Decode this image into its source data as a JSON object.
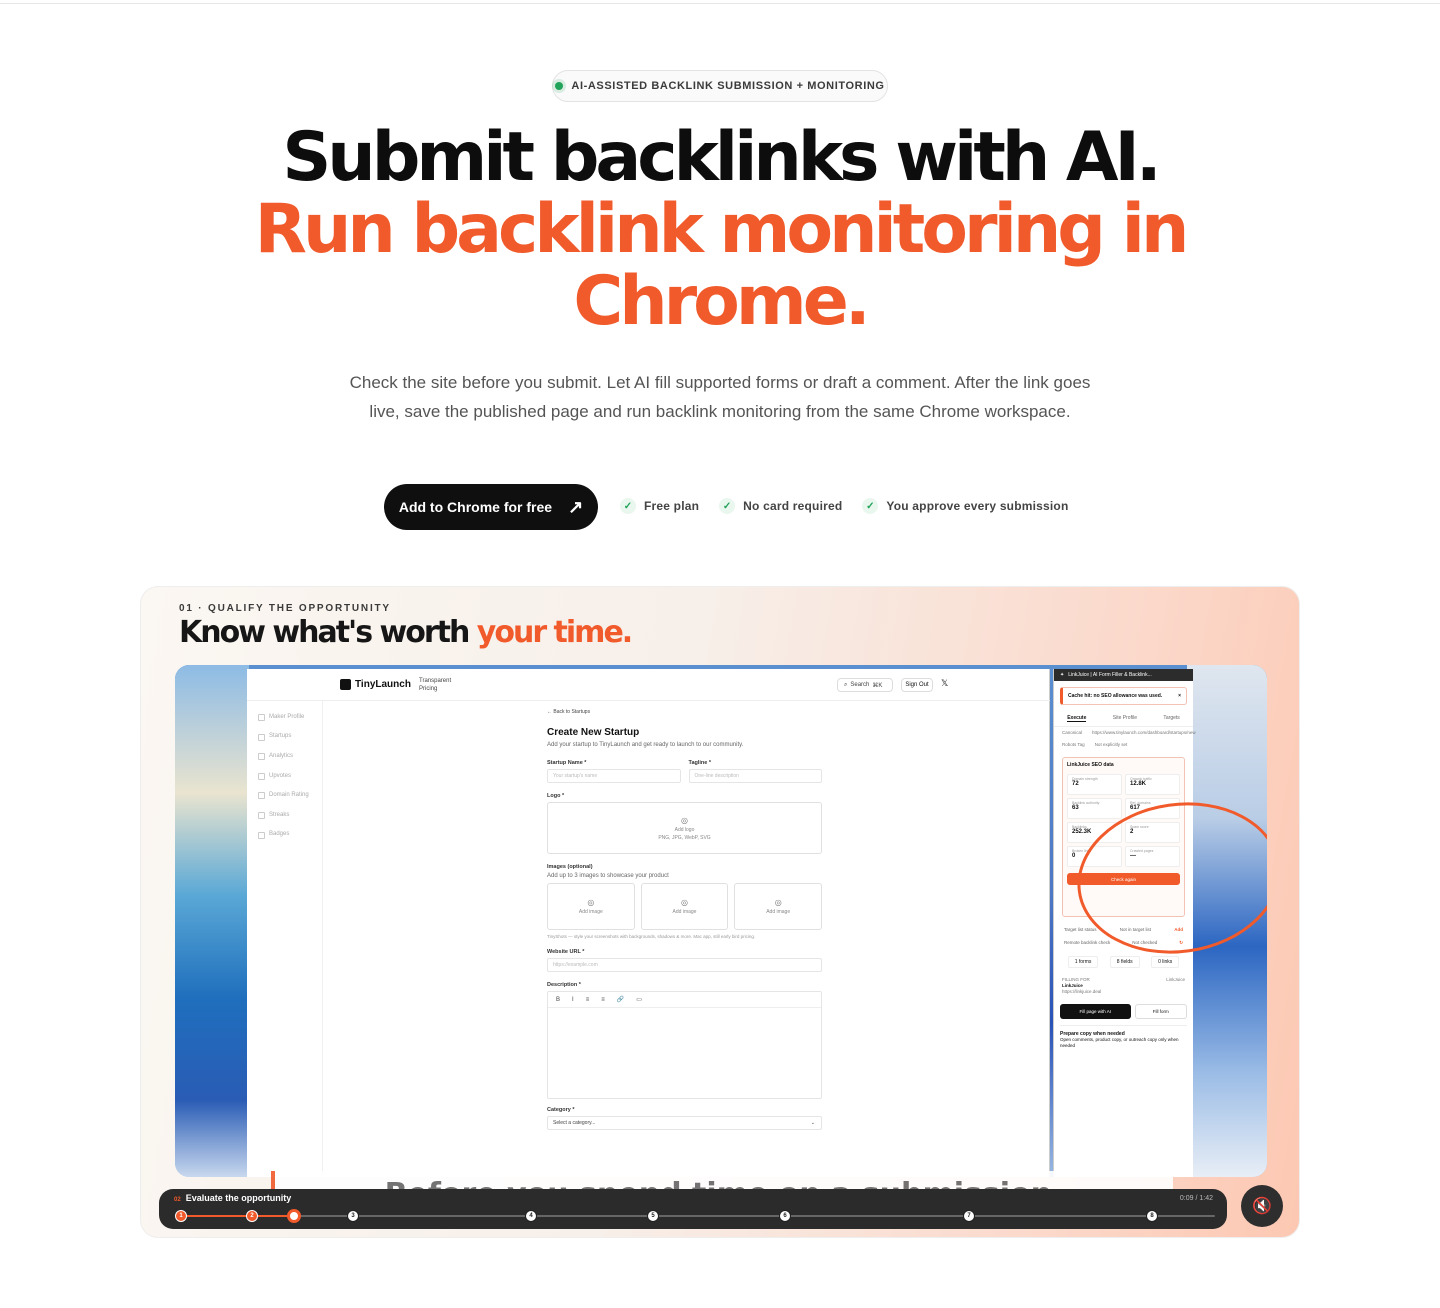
{
  "hero": {
    "badge": "AI-ASSISTED BACKLINK SUBMISSION + MONITORING",
    "headline_dark": "Submit backlinks with AI.",
    "headline_orange_1": "Run backlink monitoring in",
    "headline_orange_2": "Chrome.",
    "lead": "Check the site before you submit. Let AI fill supported forms or draft a comment. After the link goes live, save the published page and run backlink monitoring from the same Chrome workspace.",
    "cta_label": "Add to Chrome for free",
    "cta_icon": "arrow-up-right-icon",
    "checks": [
      "Free plan",
      "No card required",
      "You approve every submission"
    ]
  },
  "demo": {
    "step_label": "01 · QUALIFY THE OPPORTUNITY",
    "title_main": "Know what's worth",
    "title_highlight": "your time.",
    "caption": "Before you spend time on a submission.",
    "app": {
      "logo": "TinyLaunch",
      "nav_1": "Transparent",
      "nav_2": "Pricing",
      "search": "Search",
      "search_hint": "⌘K",
      "sign_out": "Sign Out",
      "x": "𝕏",
      "sidebar": [
        "Maker Profile",
        "Startups",
        "Analytics",
        "Upvotes",
        "Domain Rating",
        "Streaks",
        "Badges"
      ],
      "back": "← Back to Startups",
      "form_title": "Create New Startup",
      "form_sub": "Add your startup to TinyLaunch and get ready to launch to our community.",
      "startup_label": "Startup Name *",
      "startup_ph": "Your startup's name",
      "tagline_label": "Tagline *",
      "tagline_ph": "One-line description",
      "logo_label": "Logo *",
      "logo_add": "Add logo",
      "logo_formats": "PNG, JPG, WebP, SVG",
      "images_label": "Images (optional)",
      "images_sub": "Add up to 3 images to showcase your product",
      "add_image": "Add image",
      "tip": "TinyShots — style your screenshots with backgrounds, shadows & more. Mac app, still early bird pricing.",
      "url_label": "Website URL *",
      "url_ph": "https://example.com",
      "desc_label": "Description *",
      "tools": [
        "B",
        "I",
        "≡",
        "≡",
        "🔗",
        "▭"
      ],
      "category_label": "Category *",
      "category_ph": "Select a category..."
    },
    "ext": {
      "title": "LinkJuice | AI Form Filler & Backlink...",
      "alert": "Cache hit: no SEO allowance was used.",
      "tabs": [
        "Execute",
        "Site Profile",
        "Targets"
      ],
      "canonical_k": "Canonical",
      "canonical_v": "https://www.tinylaunch.com/dashboard/startups/new",
      "robots_k": "Robots Tag",
      "robots_v": "Not explicitly set",
      "seo_title": "LinkJuice SEO data",
      "metrics": [
        {
          "k": "Domain strength",
          "v": "72"
        },
        {
          "k": "Organic traffic",
          "v": "12.8K"
        },
        {
          "k": "Backlink authority",
          "v": "63"
        },
        {
          "k": "Ref. domains",
          "v": "617"
        },
        {
          "k": "Backlinks",
          "v": "252.3K"
        },
        {
          "k": "Spam score",
          "v": "2"
        },
        {
          "k": "Broken links",
          "v": "0"
        },
        {
          "k": "Crawled pages",
          "v": "—"
        }
      ],
      "check_again": "Check again",
      "target_k": "Target list status",
      "target_v": "Not in target list",
      "target_action": "Add",
      "remote_k": "Remote backlink check",
      "remote_v": "Not checked",
      "counts": [
        "1 forms",
        "8 fields",
        "0 links"
      ],
      "filling_for": "FILLING FOR",
      "filling_name": "LinkJuice",
      "filling_url": "https://linkjuice.deal",
      "filling_select": "LinkJuice",
      "fill_ai": "Fill page with AI",
      "fill_form": "Fill form",
      "prep_title": "Prepare copy when needed",
      "prep_text": "Open comments, product copy, or outreach copy only when needed"
    },
    "player": {
      "chapter_num": "02",
      "chapter": "Evaluate the opportunity",
      "time": "0:09 / 1:42",
      "markers": [
        "1",
        "2",
        "3",
        "4",
        "5",
        "6",
        "7",
        "8"
      ],
      "progress": 0.109
    },
    "mute_icon": "speaker-muted-icon"
  },
  "colors": {
    "accent": "#f15a2b",
    "dark": "#0d0d0d",
    "success": "#22a35a"
  }
}
